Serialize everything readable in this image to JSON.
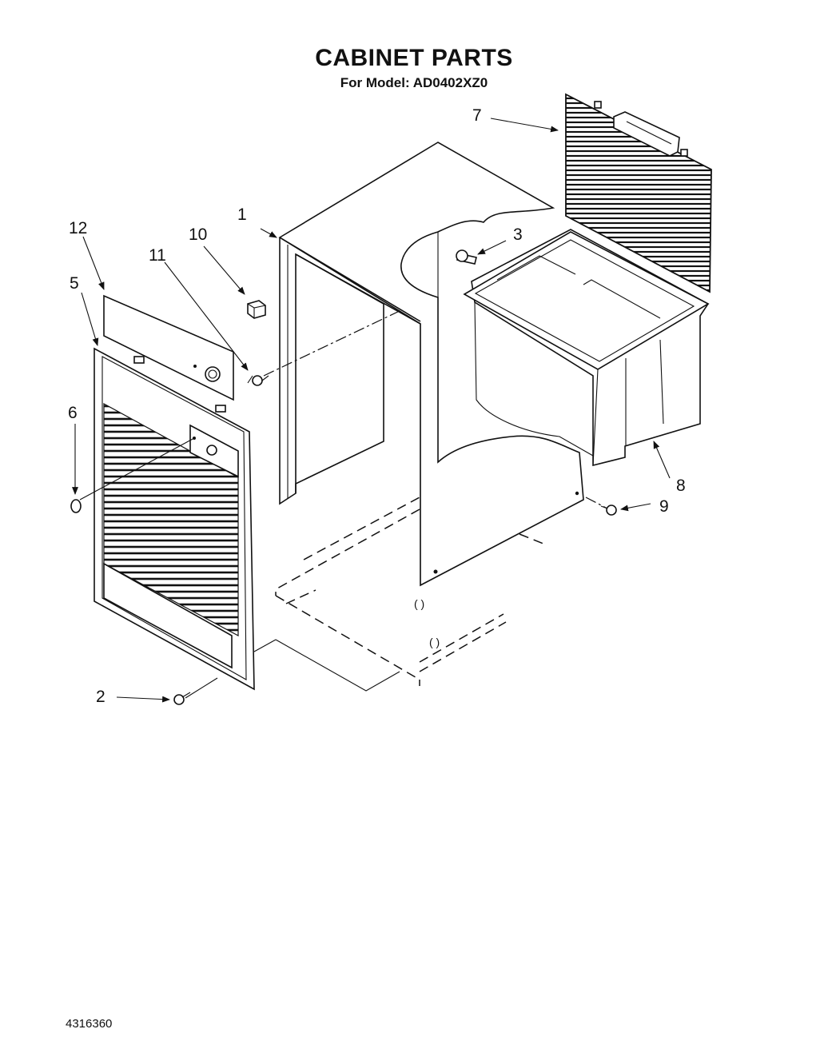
{
  "header": {
    "title": "CABINET PARTS",
    "subtitle": "For Model: AD0402XZ0"
  },
  "footer": {
    "document_number": "4316360"
  },
  "callouts": {
    "c1": "1",
    "c2": "2",
    "c3": "3",
    "c5": "5",
    "c6": "6",
    "c7": "7",
    "c8": "8",
    "c9": "9",
    "c10": "10",
    "c11": "11",
    "c12": "12"
  }
}
